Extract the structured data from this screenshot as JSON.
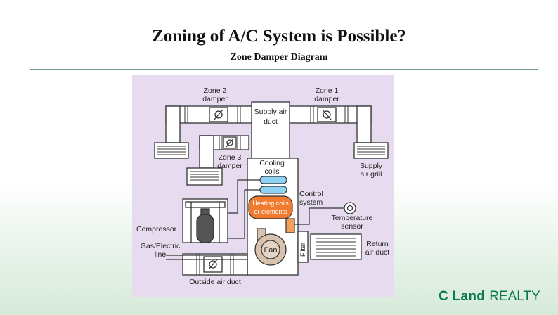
{
  "page": {
    "title": "Zoning of A/C System is Possible?",
    "subtitle": "Zone Damper Diagram"
  },
  "diagram": {
    "labels": {
      "zone2_line1": "Zone 2",
      "zone2_line2": "damper",
      "zone1_line1": "Zone 1",
      "zone1_line2": "damper",
      "supply_duct_line1": "Supply air",
      "supply_duct_line2": "duct",
      "zone3_line1": "Zone 3",
      "zone3_line2": "damper",
      "supply_grill_line1": "Supply",
      "supply_grill_line2": "air grill",
      "cooling_line1": "Cooling",
      "cooling_line2": "coils",
      "control_line1": "Control",
      "control_line2": "system",
      "heating_line1": "Heating coils",
      "heating_line2": "or elements",
      "temp_line1": "Temperature",
      "temp_line2": "sensor",
      "compressor": "Compressor",
      "fan": "Fan",
      "filter": "Filter",
      "gas_line1": "Gas/Electric",
      "gas_line2": "line",
      "return_line1": "Return",
      "return_line2": "air duct",
      "outside_duct": "Outside air duct"
    },
    "colors": {
      "background": "#e6dbef",
      "duct_fill": "#ffffff",
      "line": "#333333",
      "cooling_coil": "#8fd3f4",
      "heating_coil": "#f07a2e",
      "sensor": "#f2a05a",
      "fan": "#d9c2ad"
    }
  },
  "logo": {
    "brand": "C Land",
    "suffix": "REALTY",
    "color": "#0d7a4c"
  }
}
